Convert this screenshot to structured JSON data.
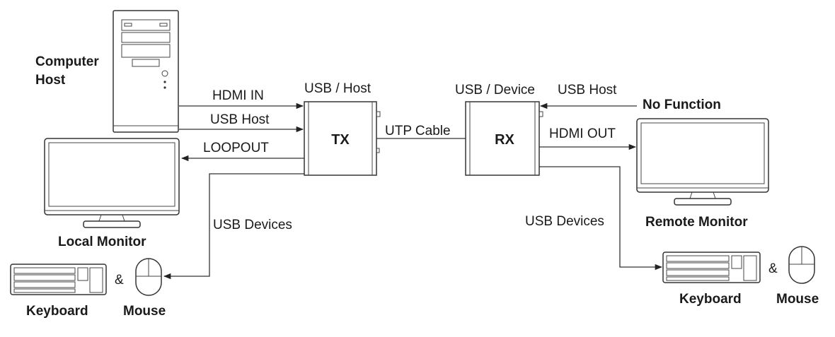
{
  "labels": {
    "computer_host_line1": "Computer",
    "computer_host_line2": "Host",
    "local_monitor": "Local Monitor",
    "remote_monitor": "Remote Monitor",
    "keyboard_left": "Keyboard",
    "mouse_left": "Mouse",
    "keyboard_right": "Keyboard",
    "mouse_right": "Mouse",
    "amp_left": "&",
    "amp_right": "&",
    "tx": "TX",
    "rx": "RX",
    "usb_host_top": "USB / Host",
    "usb_device_top": "USB / Device",
    "hdmi_in": "HDMI IN",
    "usb_host_left": "USB Host",
    "loopout": "LOOPOUT",
    "utp_cable": "UTP Cable",
    "usb_host_right": "USB Host",
    "no_function": "No Function",
    "hdmi_out": "HDMI OUT",
    "usb_devices_left": "USB Devices",
    "usb_devices_right": "USB Devices"
  }
}
